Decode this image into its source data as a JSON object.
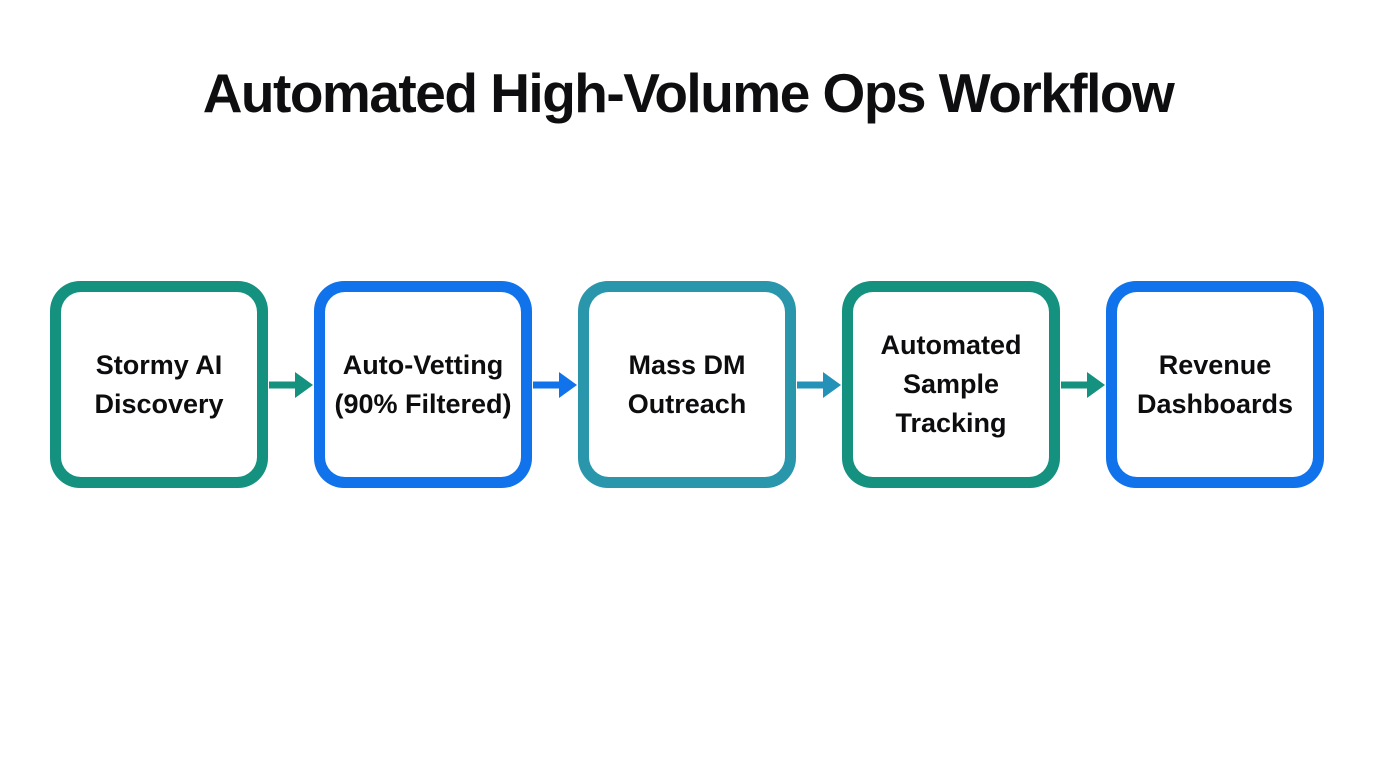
{
  "title": "Automated High-Volume Ops Workflow",
  "colors": {
    "teal": "#14917F",
    "blue": "#1173EB",
    "cyan_teal": "#2A96AB",
    "arrow_cyan": "#2492B8",
    "text": "#0D0D0F",
    "background": "#FFFFFF"
  },
  "workflow": {
    "steps": [
      {
        "label": "Stormy AI\nDiscovery",
        "border_color": "#14917F"
      },
      {
        "label": "Auto-Vetting\n(90% Filtered)",
        "border_color": "#1173EB"
      },
      {
        "label": "Mass DM\nOutreach",
        "border_color": "#2A96AB"
      },
      {
        "label": "Automated\nSample\nTracking",
        "border_color": "#14917F"
      },
      {
        "label": "Revenue\nDashboards",
        "border_color": "#1173EB"
      }
    ],
    "connectors": [
      {
        "color": "#14917F"
      },
      {
        "color": "#1173EB"
      },
      {
        "color": "#2492B8"
      },
      {
        "color": "#14917F"
      }
    ]
  }
}
